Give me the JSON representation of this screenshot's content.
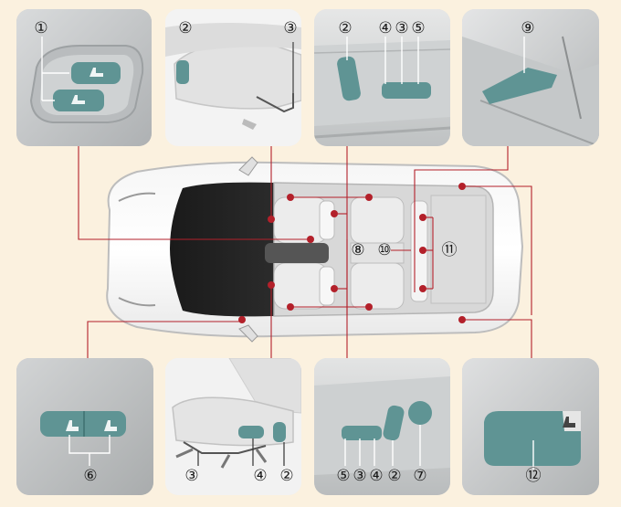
{
  "callouts": {
    "c1": "①",
    "c2": "②",
    "c3": "③",
    "c4": "④",
    "c5": "⑤",
    "c6": "⑥",
    "c7": "⑦",
    "c8": "⑧",
    "c9": "⑨",
    "c10": "⑩",
    "c11": "⑪",
    "c12": "⑫"
  },
  "colors": {
    "background": "#fbf1df",
    "button_teal": "#5f9494",
    "leader_red": "#b3202a",
    "panel_gray": "#c9cbcc",
    "callout_fill": "#ffffff"
  }
}
